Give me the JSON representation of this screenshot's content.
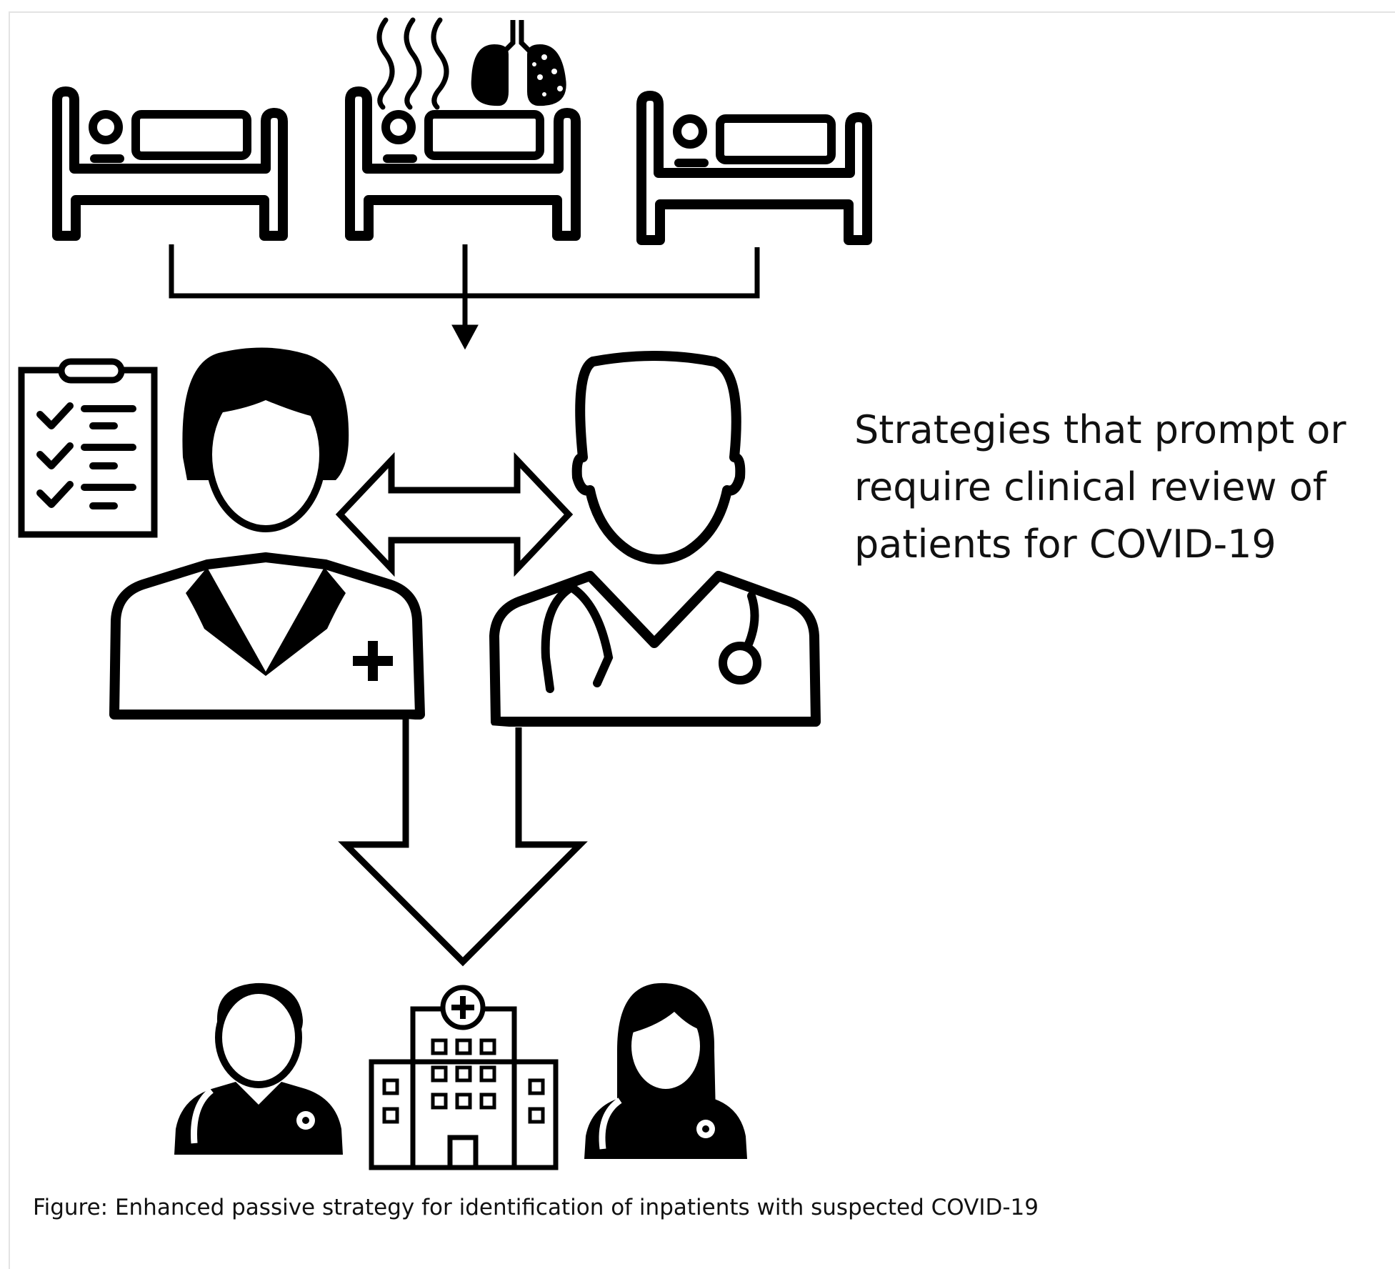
{
  "figure": {
    "side_text_lines": [
      "Strategies that prompt or",
      "require clinical review of",
      "patients for COVID-19"
    ],
    "caption": "Figure: Enhanced passive strategy for identification of inpatients with suspected COVID-19"
  },
  "icons": {
    "beds": [
      "hospital-bed-icon",
      "hospital-bed-sick-patient-icon",
      "hospital-bed-icon"
    ],
    "symptoms": [
      "fever-heat-waves-icon",
      "infected-lungs-icon"
    ],
    "staff": [
      "clipboard-checklist-icon",
      "nurse-icon",
      "doctor-icon"
    ],
    "arrows": [
      "merge-down-arrow-icon",
      "two-way-arrow-icon",
      "big-down-arrow-icon"
    ],
    "destination": [
      "male-doctor-icon",
      "hospital-building-icon",
      "female-doctor-icon"
    ]
  },
  "colors": {
    "ink": "#000000",
    "background": "#ffffff",
    "frame": "#e3e3e3"
  }
}
